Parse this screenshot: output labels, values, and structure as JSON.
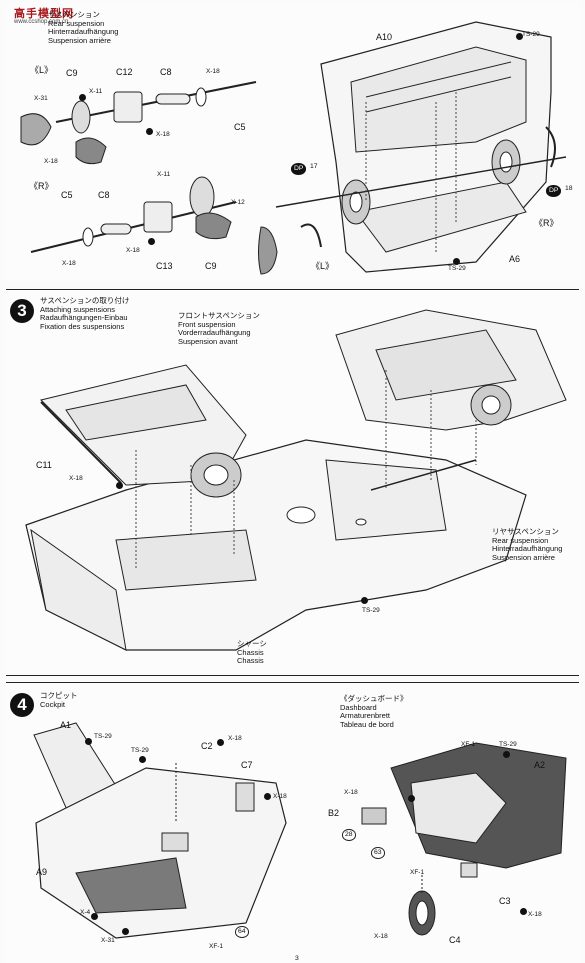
{
  "watermark": {
    "brand": "高手模型网",
    "url": "www.ccshop.com.cn"
  },
  "step2": {
    "title_ja": "サスペンション",
    "title_en": "Rear suspension",
    "title_de": "Hinterradaufhängung",
    "title_fr": "Suspension arrière",
    "left_mark": "《L》",
    "right_mark": "《R》",
    "right_mark_2": "《R》",
    "left_mark_2": "《L》",
    "parts": [
      "C9",
      "C12",
      "C8",
      "C5",
      "C5",
      "C8",
      "C13",
      "C9",
      "A10",
      "A6"
    ],
    "screws": [
      "X-31",
      "X-11",
      "X-18",
      "X-18",
      "X-18",
      "X-11",
      "X-12",
      "X-18",
      "X-18",
      "TS-29",
      "TS-29"
    ],
    "dp_codes": [
      "DP",
      "17",
      "DP",
      "18"
    ]
  },
  "step3": {
    "number": "3",
    "title_ja": "サスペンションの取り付け",
    "title_en": "Attaching suspensions",
    "title_de": "Radaufhängungen-Einbau",
    "title_fr": "Fixation des suspensions",
    "front_ja": "フロントサスペンション",
    "front_en": "Front suspension",
    "front_de": "Vorderradaufhängung",
    "front_fr": "Suspension avant",
    "rear_ja": "リヤサスペンション",
    "rear_en": "Rear suspension",
    "rear_de": "Hinterradaufhängung",
    "rear_fr": "Suspension arrière",
    "chassis_ja": "シャーシ",
    "chassis_en": "Chassis",
    "chassis_de": "Chassis",
    "part_c11": "C11",
    "screw_x18": "X-18",
    "ts29": "TS-29"
  },
  "step4": {
    "number": "4",
    "title_ja": "コクピット",
    "title_en": "Cockpit",
    "dash_ja": "《ダッシュボード》",
    "dash_en": "Dashboard",
    "dash_de": "Armaturenbrett",
    "dash_fr": "Tableau de bord",
    "parts": [
      "A1",
      "C2",
      "C7",
      "A9",
      "A2",
      "B2",
      "C3",
      "C4"
    ],
    "screws": [
      "TS-29",
      "TS-29",
      "X-18",
      "X-18",
      "X-4",
      "X-31",
      "XF-1",
      "XF-1",
      "TS-29",
      "X-18",
      "X-18",
      "XF-1",
      "X-18"
    ],
    "callouts": [
      "64",
      "28",
      "63"
    ]
  },
  "page_number": "3"
}
